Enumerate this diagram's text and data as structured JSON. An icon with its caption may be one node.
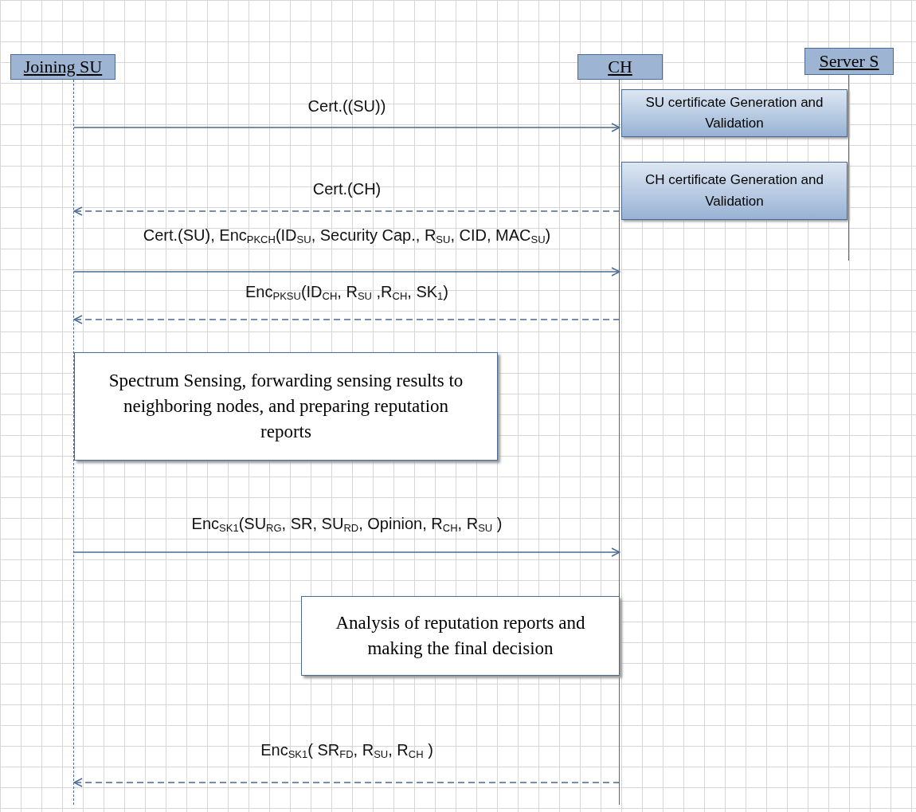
{
  "diagram": {
    "nodes": [
      {
        "text": [
          "Joining SU"
        ]
      },
      {
        "text": [
          "CH"
        ]
      },
      {
        "text": [
          "Server S"
        ]
      },
      {
        "text": [
          "SU certificate Generation and Validation"
        ]
      },
      {
        "text": [
          "CH certificate Generation and Validation"
        ]
      },
      {
        "text": [
          "Spectrum Sensing, forwarding sensing results to neighboring nodes, and preparing reputation reports"
        ]
      },
      {
        "text": [
          "Analysis of reputation reports and making the final decision"
        ]
      },
      {
        "text": [],
        "shape": "bar"
      },
      {
        "text": [],
        "shape": "bar"
      },
      {
        "text": [],
        "shape": "bar"
      }
    ],
    "edges": [
      {
        "from": 7,
        "to": 8,
        "arrow": "to",
        "label": "Cert.((SU))"
      },
      {
        "from": 8,
        "to": 7,
        "arrow": "to",
        "style": "dashed",
        "label": "Cert.(CH)"
      },
      {
        "from": 7,
        "to": 8,
        "arrow": "to",
        "label": "Cert.(SU), Enc$_{PKCH}$(ID$_{SU}$, Security Cap., R$_{SU}$, CID, MAC$_{SU}$)"
      },
      {
        "from": 8,
        "to": 7,
        "arrow": "to",
        "style": "dashed",
        "label": "Enc$_{PKSU}$(ID$_{CH}$, R$_{SU}$ ,R$_{CH}$, SK$_{1}$)"
      },
      {
        "from": 7,
        "to": 8,
        "arrow": "to",
        "label": "Enc$_{SK1}$(SU$_{RG}$, SR, SU$_{RD}$, Opinion, R$_{CH}$, R$_{SU}$ )"
      },
      {
        "from": 8,
        "to": 7,
        "arrow": "to",
        "style": "dashed",
        "label": "Enc$_{SK1}$( SR$_{FD}$, R$_{SU}$, R$_{CH}$ )"
      }
    ]
  }
}
